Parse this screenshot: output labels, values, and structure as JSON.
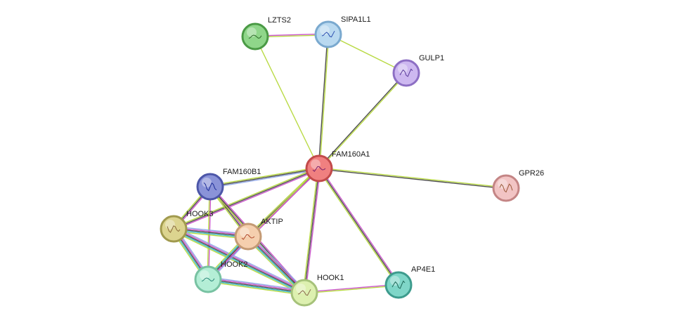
{
  "network": {
    "nodes": [
      {
        "id": "FAM160A1",
        "label": "FAM160A1",
        "fill": "#f08080",
        "ring": "#c24a4a",
        "glyph": "#7a1f6b"
      },
      {
        "id": "LZTS2",
        "label": "LZTS2",
        "fill": "#8fd68a",
        "ring": "#4a9a45",
        "glyph": "#2f6e2b"
      },
      {
        "id": "SIPA1L1",
        "label": "SIPA1L1",
        "fill": "#b9d9f0",
        "ring": "#7aa9cf",
        "glyph": "#2d4fb0"
      },
      {
        "id": "GULP1",
        "label": "GULP1",
        "fill": "#cdb8f0",
        "ring": "#8d6fc4",
        "glyph": "#5a3a9a"
      },
      {
        "id": "GPR26",
        "label": "GPR26",
        "fill": "#f2c4c4",
        "ring": "#c48585",
        "glyph": "#9a5a3a"
      },
      {
        "id": "FAM160B1",
        "label": "FAM160B1",
        "fill": "#8a93d8",
        "ring": "#4c56a8",
        "glyph": "#1f2f9a"
      },
      {
        "id": "HOOK3",
        "label": "HOOK3",
        "fill": "#dcd48f",
        "ring": "#a19a4e",
        "glyph": "#8a6a3a"
      },
      {
        "id": "AKTIP",
        "label": "AKTIP",
        "fill": "#f5cfae",
        "ring": "#c49a74",
        "glyph": "#b04a2d"
      },
      {
        "id": "HOOK2",
        "label": "HOOK2",
        "fill": "#b4eed6",
        "ring": "#78c2a2",
        "glyph": "#2d8a7a"
      },
      {
        "id": "HOOK1",
        "label": "HOOK1",
        "fill": "#ddf0b0",
        "ring": "#a6c27a",
        "glyph": "#8a6a4a"
      },
      {
        "id": "AP4E1",
        "label": "AP4E1",
        "fill": "#7fd6c8",
        "ring": "#3d9b8d",
        "glyph": "#1f6a5a"
      }
    ],
    "edges": [
      {
        "a": "LZTS2",
        "b": "SIPA1L1",
        "colors": [
          "#c850c8",
          "#b5d83a"
        ]
      },
      {
        "a": "LZTS2",
        "b": "FAM160A1",
        "colors": [
          "#b5d83a"
        ]
      },
      {
        "a": "SIPA1L1",
        "b": "GULP1",
        "colors": [
          "#b5d83a"
        ]
      },
      {
        "a": "SIPA1L1",
        "b": "FAM160A1",
        "colors": [
          "#b5d83a",
          "#444444"
        ]
      },
      {
        "a": "GULP1",
        "b": "FAM160A1",
        "colors": [
          "#b5d83a",
          "#444444"
        ]
      },
      {
        "a": "FAM160A1",
        "b": "GPR26",
        "colors": [
          "#b5d83a",
          "#444444"
        ]
      },
      {
        "a": "FAM160A1",
        "b": "FAM160B1",
        "colors": [
          "#8fa6e8",
          "#444444",
          "#b5d83a"
        ]
      },
      {
        "a": "FAM160A1",
        "b": "HOOK3",
        "colors": [
          "#c850c8",
          "#444444",
          "#b5d83a"
        ]
      },
      {
        "a": "FAM160A1",
        "b": "AKTIP",
        "colors": [
          "#c850c8",
          "#444444",
          "#b5d83a"
        ]
      },
      {
        "a": "FAM160A1",
        "b": "HOOK2",
        "colors": [
          "#c850c8",
          "#b5d83a"
        ]
      },
      {
        "a": "FAM160A1",
        "b": "HOOK1",
        "colors": [
          "#c850c8",
          "#444444",
          "#b5d83a"
        ]
      },
      {
        "a": "FAM160A1",
        "b": "AP4E1",
        "colors": [
          "#c850c8",
          "#444444",
          "#b5d83a"
        ]
      },
      {
        "a": "FAM160B1",
        "b": "HOOK3",
        "colors": [
          "#c850c8",
          "#444444",
          "#b5d83a"
        ]
      },
      {
        "a": "FAM160B1",
        "b": "AKTIP",
        "colors": [
          "#c850c8",
          "#444444",
          "#b5d83a"
        ]
      },
      {
        "a": "FAM160B1",
        "b": "HOOK2",
        "colors": [
          "#c850c8",
          "#b5d83a"
        ]
      },
      {
        "a": "FAM160B1",
        "b": "HOOK1",
        "colors": [
          "#c850c8",
          "#444444",
          "#b5d83a"
        ]
      },
      {
        "a": "HOOK3",
        "b": "AKTIP",
        "colors": [
          "#8fa6e8",
          "#c850c8",
          "#444444",
          "#2db5c8",
          "#b5d83a"
        ]
      },
      {
        "a": "HOOK3",
        "b": "HOOK2",
        "colors": [
          "#8fa6e8",
          "#c850c8",
          "#444444",
          "#2db5c8",
          "#b5d83a"
        ]
      },
      {
        "a": "HOOK3",
        "b": "HOOK1",
        "colors": [
          "#8fa6e8",
          "#c850c8",
          "#444444",
          "#2db5c8",
          "#b5d83a"
        ]
      },
      {
        "a": "AKTIP",
        "b": "HOOK2",
        "colors": [
          "#8fa6e8",
          "#c850c8",
          "#444444",
          "#2db5c8",
          "#b5d83a"
        ]
      },
      {
        "a": "AKTIP",
        "b": "HOOK1",
        "colors": [
          "#8fa6e8",
          "#c850c8",
          "#444444",
          "#2db5c8",
          "#b5d83a"
        ]
      },
      {
        "a": "HOOK2",
        "b": "HOOK1",
        "colors": [
          "#8fa6e8",
          "#c850c8",
          "#444444",
          "#2db5c8",
          "#b5d83a"
        ]
      },
      {
        "a": "HOOK1",
        "b": "AP4E1",
        "colors": [
          "#c850c8",
          "#b5d83a"
        ]
      }
    ]
  }
}
